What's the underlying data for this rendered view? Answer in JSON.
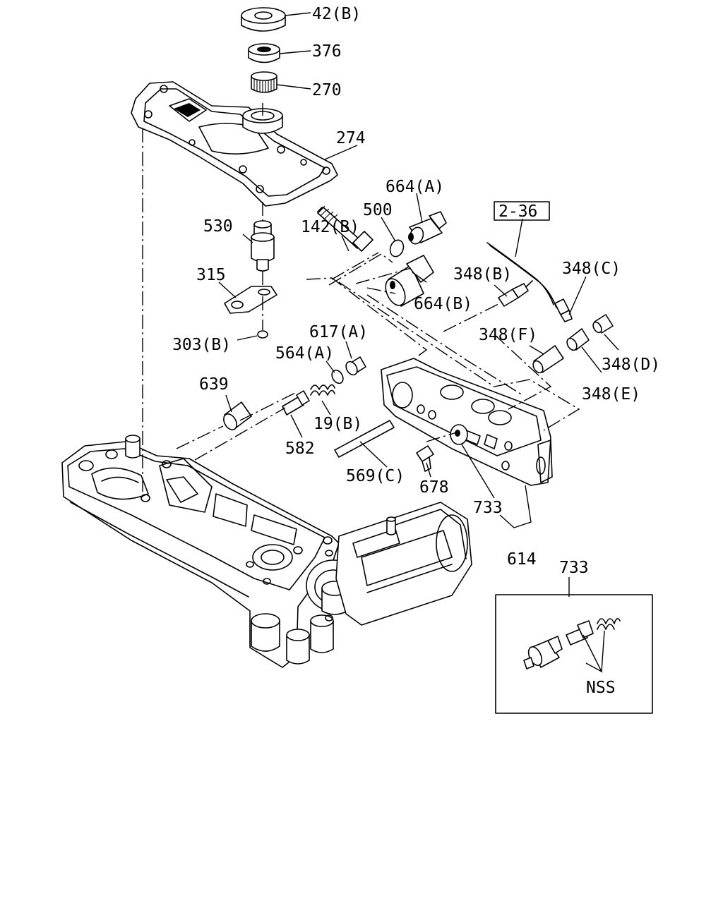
{
  "diagram": {
    "labels": [
      {
        "id": "lbl-42b",
        "text": "42(B)"
      },
      {
        "id": "lbl-376",
        "text": "376"
      },
      {
        "id": "lbl-270",
        "text": "270"
      },
      {
        "id": "lbl-274",
        "text": "274"
      },
      {
        "id": "lbl-664a",
        "text": "664(A)"
      },
      {
        "id": "lbl-500",
        "text": "500"
      },
      {
        "id": "lbl-2-36",
        "text": "2-36"
      },
      {
        "id": "lbl-530",
        "text": "530"
      },
      {
        "id": "lbl-142b",
        "text": "142(B)"
      },
      {
        "id": "lbl-348c",
        "text": "348(C)"
      },
      {
        "id": "lbl-315",
        "text": "315"
      },
      {
        "id": "lbl-348b",
        "text": "348(B)"
      },
      {
        "id": "lbl-664b",
        "text": "664(B)"
      },
      {
        "id": "lbl-617a",
        "text": "617(A)"
      },
      {
        "id": "lbl-348f",
        "text": "348(F)"
      },
      {
        "id": "lbl-303b",
        "text": "303(B)"
      },
      {
        "id": "lbl-564a",
        "text": "564(A)"
      },
      {
        "id": "lbl-348d",
        "text": "348(D)"
      },
      {
        "id": "lbl-639",
        "text": "639"
      },
      {
        "id": "lbl-348e",
        "text": "348(E)"
      },
      {
        "id": "lbl-19b",
        "text": "19(B)"
      },
      {
        "id": "lbl-582",
        "text": "582"
      },
      {
        "id": "lbl-569c",
        "text": "569(C)"
      },
      {
        "id": "lbl-678",
        "text": "678"
      },
      {
        "id": "lbl-733",
        "text": "733"
      },
      {
        "id": "lbl-614",
        "text": "614"
      },
      {
        "id": "lbl-733-inset",
        "text": "733"
      },
      {
        "id": "lbl-nss",
        "text": "NSS"
      }
    ]
  }
}
